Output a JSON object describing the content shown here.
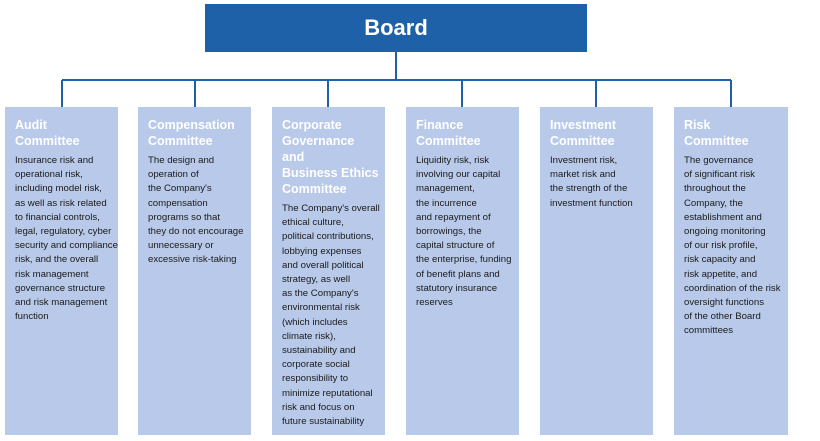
{
  "board": {
    "label": "Board"
  },
  "colors": {
    "board_fill": "#1f61a8",
    "committee_fill": "#b8c9e9",
    "connector": "#1f61a8"
  },
  "committees": [
    {
      "title_lines": [
        "Audit",
        "Committee"
      ],
      "desc_lines": [
        "Insurance risk and",
        "operational risk,",
        "including model risk,",
        "as well as risk related",
        "to financial controls,",
        "legal, regulatory, cyber",
        "security and compliance",
        "risk, and the overall",
        "risk management",
        "governance structure",
        "and risk management",
        "function"
      ]
    },
    {
      "title_lines": [
        "Compensation",
        "Committee"
      ],
      "desc_lines": [
        "The design and",
        "operation of",
        "the Company's",
        "compensation",
        "programs so that",
        "they do not encourage",
        "unnecessary or",
        "excessive risk-taking"
      ]
    },
    {
      "title_lines": [
        "Corporate",
        "Governance and",
        "Business Ethics",
        "Committee"
      ],
      "desc_lines": [
        "The Company's overall",
        "ethical culture,",
        "political contributions,",
        "lobbying expenses",
        "and overall political",
        "strategy, as well",
        "as the Company's",
        "environmental risk",
        "(which includes",
        "climate risk),",
        "sustainability and",
        "corporate social",
        "responsibility to",
        "minimize reputational",
        "risk and focus on",
        "future sustainability"
      ]
    },
    {
      "title_lines": [
        "Finance",
        "Committee"
      ],
      "desc_lines": [
        "Liquidity risk, risk",
        "involving our capital",
        "management,",
        "the incurrence",
        "and repayment of",
        "borrowings, the",
        "capital structure of",
        "the enterprise, funding",
        "of benefit plans and",
        "statutory insurance",
        "reserves"
      ]
    },
    {
      "title_lines": [
        "Investment",
        "Committee"
      ],
      "desc_lines": [
        "Investment risk,",
        "market risk and",
        "the strength of the",
        "investment function"
      ]
    },
    {
      "title_lines": [
        "Risk",
        "Committee"
      ],
      "desc_lines": [
        "The governance",
        "of significant risk",
        "throughout the",
        "Company, the",
        "establishment and",
        "ongoing monitoring",
        "of our risk profile,",
        "risk capacity and",
        "risk appetite, and",
        "coordination of the risk",
        "oversight functions",
        "of the other Board",
        "committees"
      ]
    }
  ]
}
